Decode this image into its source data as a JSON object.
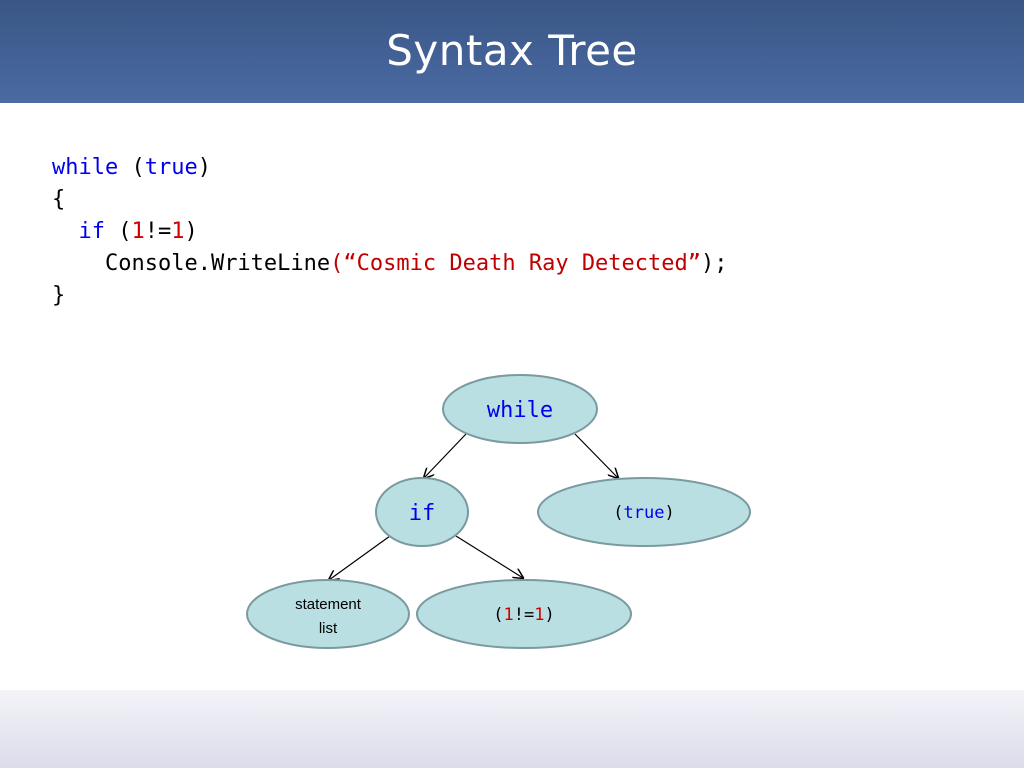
{
  "slide": {
    "title": "Syntax Tree"
  },
  "code": {
    "line1": {
      "kw_while": "while",
      "open_paren": " (",
      "kw_true": "true",
      "close_paren": ")"
    },
    "line2": {
      "text": "{"
    },
    "line3": {
      "indent": "  ",
      "kw_if": "if",
      "open": " (",
      "num_a": "1",
      "op": "!=",
      "num_b": "1",
      "close": ")"
    },
    "line4": {
      "indent": "    ",
      "call": "Console.WriteLine",
      "str": "(“Cosmic Death Ray Detected”",
      "end": ");"
    },
    "line5": {
      "text": "}"
    }
  },
  "tree": {
    "colors": {
      "node_fill": "#b9dfe3",
      "node_stroke": "#7a9aa0",
      "keyword": "#0000ee",
      "number": "#d00000",
      "edge": "#000000"
    },
    "nodes": {
      "while": {
        "label": "while"
      },
      "true": {
        "open": "(",
        "kw": "true",
        "close": ")"
      },
      "if": {
        "label": "if"
      },
      "statement_list": {
        "line1": "statement",
        "line2": "list"
      },
      "condition": {
        "open": "(",
        "num_a": "1",
        "op": "!=",
        "num_b": "1",
        "close": ")"
      }
    }
  }
}
